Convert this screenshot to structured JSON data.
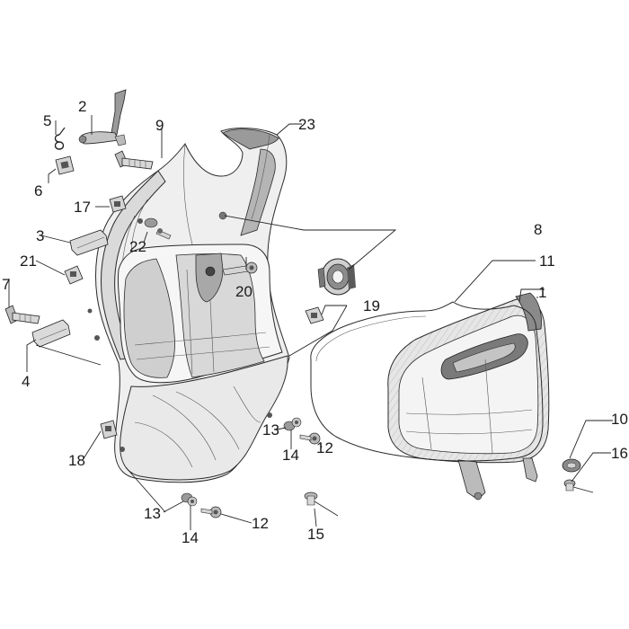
{
  "colors": {
    "outline": "#2a2a2a",
    "light_fill": "#f2f2f2",
    "mid_fill": "#c8c8c8",
    "dark_fill": "#6e6e6e"
  },
  "callouts": [
    {
      "id": "c1",
      "label": "1"
    },
    {
      "id": "c2",
      "label": "2"
    },
    {
      "id": "c3",
      "label": "3"
    },
    {
      "id": "c4",
      "label": "4"
    },
    {
      "id": "c5",
      "label": "5"
    },
    {
      "id": "c6",
      "label": "6"
    },
    {
      "id": "c7",
      "label": "7"
    },
    {
      "id": "c8",
      "label": "8"
    },
    {
      "id": "c9",
      "label": "9"
    },
    {
      "id": "c10",
      "label": "10"
    },
    {
      "id": "c11",
      "label": "11"
    },
    {
      "id": "c12a",
      "label": "12"
    },
    {
      "id": "c12b",
      "label": "12"
    },
    {
      "id": "c13a",
      "label": "13"
    },
    {
      "id": "c13b",
      "label": "13"
    },
    {
      "id": "c14a",
      "label": "14"
    },
    {
      "id": "c14b",
      "label": "14"
    },
    {
      "id": "c15",
      "label": "15"
    },
    {
      "id": "c16",
      "label": "16"
    },
    {
      "id": "c17",
      "label": "17"
    },
    {
      "id": "c18",
      "label": "18"
    },
    {
      "id": "c19",
      "label": "19"
    },
    {
      "id": "c20",
      "label": "20"
    },
    {
      "id": "c21",
      "label": "21"
    },
    {
      "id": "c22",
      "label": "22"
    },
    {
      "id": "c23",
      "label": "23"
    }
  ]
}
